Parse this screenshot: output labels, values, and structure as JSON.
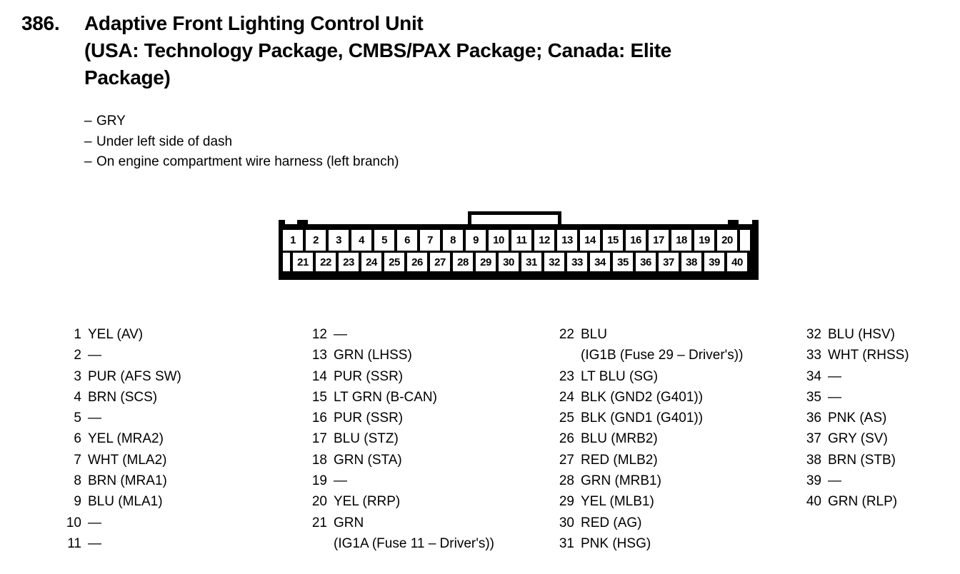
{
  "header": {
    "number": "386.",
    "title_lines": [
      "Adaptive Front Lighting Control Unit",
      "(USA: Technology Package, CMBS/PAX Package; Canada: Elite",
      "Package)"
    ],
    "title_full": "386. Adaptive Front Lighting Control Unit (USA: Technology Package, CMBS/PAX Package; Canada: Elite Package)"
  },
  "notes": {
    "dash": "–",
    "items": [
      "GRY",
      "Under left side of dash",
      "On engine compartment wire harness (left branch)"
    ]
  },
  "connector": {
    "name": "40-pin connector",
    "top_row": [
      "1",
      "2",
      "3",
      "4",
      "5",
      "6",
      "7",
      "8",
      "9",
      "10",
      "11",
      "12",
      "13",
      "14",
      "15",
      "16",
      "17",
      "18",
      "19",
      "20"
    ],
    "bottom_row": [
      "21",
      "22",
      "23",
      "24",
      "25",
      "26",
      "27",
      "28",
      "29",
      "30",
      "31",
      "32",
      "33",
      "34",
      "35",
      "36",
      "37",
      "38",
      "39",
      "40"
    ],
    "latch_label": "center-latch"
  },
  "pin_columns": [
    {
      "lines": [
        {
          "num": "1",
          "desc": "YEL (AV)"
        },
        {
          "num": "2",
          "desc": "—"
        },
        {
          "num": "3",
          "desc": "PUR (AFS SW)"
        },
        {
          "num": "4",
          "desc": "BRN (SCS)"
        },
        {
          "num": "5",
          "desc": "—"
        },
        {
          "num": "6",
          "desc": "YEL (MRA2)"
        },
        {
          "num": "7",
          "desc": "WHT (MLA2)"
        },
        {
          "num": "8",
          "desc": "BRN (MRA1)"
        },
        {
          "num": "9",
          "desc": "BLU (MLA1)"
        },
        {
          "num": "10",
          "desc": "—"
        },
        {
          "num": "11",
          "desc": "—"
        }
      ]
    },
    {
      "lines": [
        {
          "num": "12",
          "desc": "—"
        },
        {
          "num": "13",
          "desc": "GRN (LHSS)"
        },
        {
          "num": "14",
          "desc": "PUR (SSR)"
        },
        {
          "num": "15",
          "desc": "LT GRN (B-CAN)"
        },
        {
          "num": "16",
          "desc": "PUR (SSR)"
        },
        {
          "num": "17",
          "desc": "BLU (STZ)"
        },
        {
          "num": "18",
          "desc": "GRN (STA)"
        },
        {
          "num": "19",
          "desc": "—"
        },
        {
          "num": "20",
          "desc": "YEL (RRP)"
        },
        {
          "num": "21",
          "desc": "GRN",
          "sub": "(IG1A (Fuse 11 – Driver's))"
        }
      ]
    },
    {
      "lines": [
        {
          "num": "22",
          "desc": "BLU",
          "sub": "(IG1B (Fuse 29 – Driver's))"
        },
        {
          "num": "23",
          "desc": "LT BLU (SG)"
        },
        {
          "num": "24",
          "desc": "BLK (GND2 (G401))"
        },
        {
          "num": "25",
          "desc": "BLK (GND1 (G401))"
        },
        {
          "num": "26",
          "desc": "BLU (MRB2)"
        },
        {
          "num": "27",
          "desc": "RED (MLB2)"
        },
        {
          "num": "28",
          "desc": "GRN (MRB1)"
        },
        {
          "num": "29",
          "desc": "YEL (MLB1)"
        },
        {
          "num": "30",
          "desc": "RED (AG)"
        },
        {
          "num": "31",
          "desc": "PNK (HSG)"
        }
      ]
    },
    {
      "lines": [
        {
          "num": "32",
          "desc": "BLU (HSV)"
        },
        {
          "num": "33",
          "desc": "WHT (RHSS)"
        },
        {
          "num": "34",
          "desc": "—"
        },
        {
          "num": "35",
          "desc": "—"
        },
        {
          "num": "36",
          "desc": "PNK (AS)"
        },
        {
          "num": "37",
          "desc": "GRY (SV)"
        },
        {
          "num": "38",
          "desc": "BRN (STB)"
        },
        {
          "num": "39",
          "desc": "—"
        },
        {
          "num": "40",
          "desc": "GRN (RLP)"
        }
      ]
    }
  ]
}
